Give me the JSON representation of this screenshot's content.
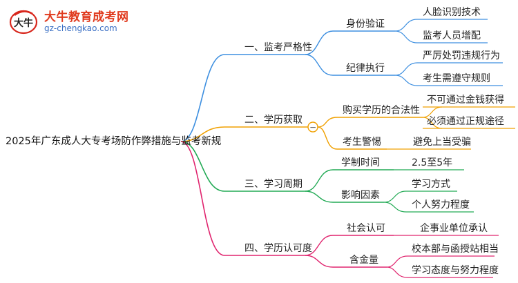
{
  "logo": {
    "title": "大牛教育成考网",
    "url": "gz-chengkao.com",
    "mark_text": "大牛"
  },
  "colors": {
    "branch1": "#3d8fe0",
    "branch2": "#f0a000",
    "branch3": "#22aa55",
    "branch4": "#e0246e"
  },
  "root": "2025年广东成人大专考场防作弊措施与监考新规",
  "branches": [
    {
      "label": "一、监考严格性",
      "children": [
        {
          "label": "身份验证",
          "leaves": [
            "人脸识别技术",
            "监考人员增配"
          ]
        },
        {
          "label": "纪律执行",
          "leaves": [
            "严厉处罚违规行为",
            "考生需遵守规则"
          ]
        }
      ]
    },
    {
      "label": "二、学历获取",
      "collapse_icon": "−",
      "children": [
        {
          "label": "购买学历的合法性",
          "leaves": [
            "不可通过金钱获得",
            "必须通过正规途径"
          ]
        },
        {
          "label": "考生警惕",
          "leaves": [
            "避免上当受骗"
          ]
        }
      ]
    },
    {
      "label": "三、学习周期",
      "children": [
        {
          "label": "学制时间",
          "leaves": [
            "2.5至5年"
          ]
        },
        {
          "label": "影响因素",
          "leaves": [
            "学习方式",
            "个人努力程度"
          ]
        }
      ]
    },
    {
      "label": "四、学历认可度",
      "children": [
        {
          "label": "社会认可",
          "leaves": [
            "企事业单位承认"
          ]
        },
        {
          "label": "含金量",
          "leaves": [
            "校本部与函授站相当",
            "学习态度与努力程度"
          ]
        }
      ]
    }
  ]
}
